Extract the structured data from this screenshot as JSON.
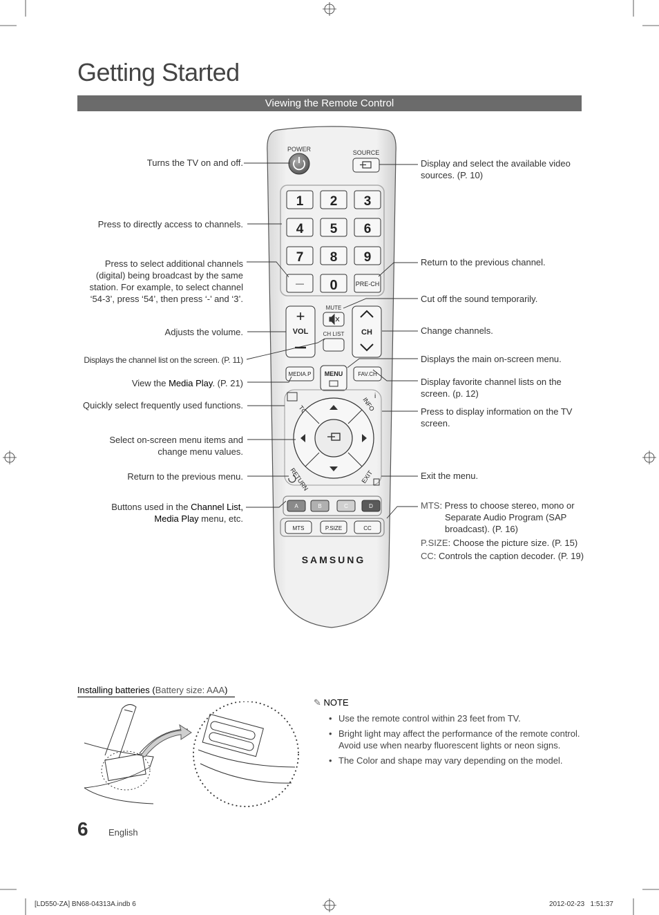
{
  "page": {
    "title": "Getting Started",
    "section": "Viewing the Remote Control",
    "page_number": "6",
    "language": "English",
    "footer_left": "[LD550-ZA] BN68-04313A.indb   6",
    "footer_right": "2012-02-23     1:51:37"
  },
  "left_desc": {
    "power": "Turns the TV on and off.",
    "numbers": "Press to directly access to channels.",
    "dash": "Press to select additional channels (digital) being broadcast by the same station. For example, to select channel ‘54-3’, press ‘54’, then press ‘-’ and ‘3’.",
    "volume": "Adjusts the volume.",
    "chlist": "Displays the channel list on the screen. (P. 11)",
    "mediap_pre": "View the ",
    "mediap_bold": "Media Play",
    "mediap_post": ". (P. 21)",
    "tools": "Quickly select frequently used functions.",
    "select": "Select on-screen menu items and change menu values.",
    "return": "Return to the previous menu.",
    "colors_pre": "Buttons used in the ",
    "colors_bold1": "Channel List,",
    "colors_bold2": "Media Play",
    "colors_post": " menu, etc."
  },
  "right_desc": {
    "source": "Display and select the available video sources. (P. 10)",
    "prech": "Return to the previous channel.",
    "mute": "Cut off the sound temporarily.",
    "channel": "Change channels.",
    "menu": "Displays the main on-screen menu.",
    "favch": "Display favorite channel lists on the screen. (p. 12)",
    "info": "Press to display information on the TV screen.",
    "exit": "Exit the menu.",
    "mts_label": "MTS",
    "mts_text": ": Press to choose stereo, mono or Separate Audio Program (SAP broadcast). (P. 16)",
    "psize_label": "P.SIZE",
    "psize_text": ": Choose the picture size. (P. 15)",
    "cc_label": "CC",
    "cc_text": ": Controls the caption decoder. (P. 19)"
  },
  "remote": {
    "power": "POWER",
    "source": "SOURCE",
    "digits": [
      "1",
      "2",
      "3",
      "4",
      "5",
      "6",
      "7",
      "8",
      "9"
    ],
    "zero": "0",
    "dash": "—",
    "prech": "PRE-CH",
    "mute": "MUTE",
    "vol": "VOL",
    "ch": "CH",
    "chlist": "CH LIST",
    "mediap": "MEDIA.P",
    "menu": "MENU",
    "favch": "FAV.CH",
    "tools": "TOOLS",
    "info": "INFO",
    "return": "RETURN",
    "exit": "EXIT",
    "color_buttons": [
      "A",
      "B",
      "C",
      "D"
    ],
    "mts": "MTS",
    "psize": "P.SIZE",
    "cc": "CC",
    "brand": "SAMSUNG"
  },
  "batteries": {
    "title_pre": "Installing batteries (",
    "title_sub": "Battery size: AAA",
    "title_post": ")"
  },
  "note": {
    "heading": "NOTE",
    "items": [
      "Use the remote control within 23 feet from TV.",
      "Bright light may affect the performance of the remote control. Avoid use when nearby fluorescent lights or neon signs.",
      "The Color and shape may vary depending on the model."
    ]
  },
  "colors": {
    "bar": "#6b6b6b",
    "remote_body": "#ececec",
    "button_light": "#f7f7f7",
    "color_a": "#8a8a8a",
    "color_b": "#b0b0b0",
    "color_c": "#d0d0d0",
    "color_d": "#5a5a5a"
  }
}
